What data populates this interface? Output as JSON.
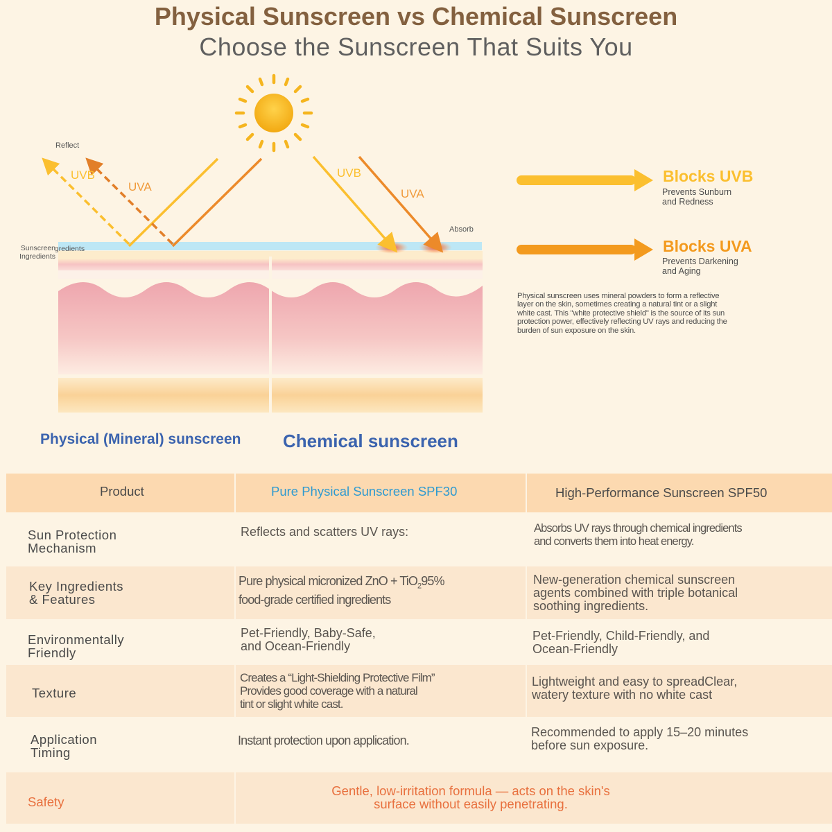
{
  "header": {
    "title": "Physical Sunscreen vs Chemical Sunscreen",
    "subtitle": "Choose the Sunscreen That Suits You"
  },
  "diagram": {
    "reflect_label": "Reflect",
    "absorb_label": "Absorb",
    "layer_label": "Sunscreen Ingredients",
    "uvb": "UVB",
    "uva": "UVA",
    "physical_label": "Physical (Mineral) sunscreen",
    "chemical_label": "Chemical sunscreen"
  },
  "legend": {
    "uvb": {
      "title": "Blocks UVB",
      "subtitle": "Prevents Sunburn and Redness",
      "color": "#fbbf2f"
    },
    "uva": {
      "title": "Blocks UVA",
      "subtitle": "Prevents Darkening and Aging",
      "color": "#f39a1e"
    },
    "description": "Physical sunscreen uses mineral powders to form a reflective layer on the skin, sometimes creating a natural tint or a slight white cast. This \"white protective shield\" is the source of its sun protection power, effectively reflecting UV rays and reducing the burden of sun exposure on the skin."
  },
  "table": {
    "columns": [
      "Product",
      "Pure Physical Sunscreen SPF30",
      "High-Performance Sunscreen SPF50"
    ],
    "rows": {
      "mechanism": {
        "label": [
          "Sun Protection",
          "Mechanism"
        ],
        "physical": "Reflects and scatters UV rays:",
        "chemical": [
          "Absorbs UV rays through chemical ingredients",
          "and converts them into heat energy."
        ]
      },
      "ingredients": {
        "label": [
          "Key Ingredients",
          "& Features"
        ],
        "physical_line1_pre": "Pure physical micronized ZnO + TiO",
        "physical_sub": "2",
        "physical_line1_post": "95%",
        "physical_line2": "food-grade certified ingredients",
        "chemical": [
          "New-generation chemical sunscreen",
          "agents combined with triple botanical",
          "soothing ingredients."
        ]
      },
      "environment": {
        "label": [
          "Environmentally",
          "Friendly"
        ],
        "physical": [
          "Pet-Friendly, Baby-Safe,",
          "and Ocean-Friendly"
        ],
        "chemical": [
          "Pet-Friendly, Child-Friendly, and",
          "Ocean-Friendly"
        ]
      },
      "texture": {
        "label": [
          "Texture"
        ],
        "physical": [
          "Creates a “Light-Shielding Protective Film”",
          "Provides good coverage with a natural",
          "tint or slight white cast."
        ],
        "chemical": [
          "Lightweight and easy to spreadClear,",
          "watery texture with no white cast"
        ]
      },
      "timing": {
        "label": [
          "Application",
          "Timing"
        ],
        "physical": "Instant protection upon application.",
        "chemical": [
          "Recommended to apply 15–20 minutes",
          "before sun exposure."
        ]
      },
      "safety": {
        "label": "Safety",
        "text": [
          "Gentle, low-irritation formula — acts on the skin's",
          "surface without easily penetrating."
        ]
      }
    },
    "colors": {
      "physical_header": "#2e9ad0",
      "safety": "#e8703e"
    }
  }
}
